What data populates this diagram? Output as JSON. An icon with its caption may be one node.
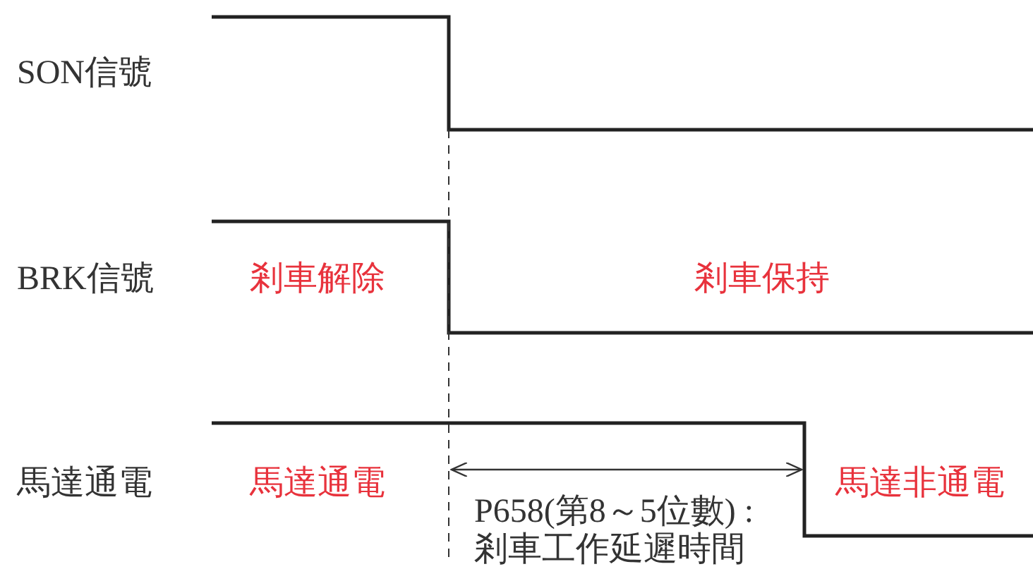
{
  "diagram": {
    "labels": [
      "SON信號",
      "BRK信號",
      "剎車解除",
      "剎車保持",
      "馬達通電",
      "馬達通電",
      "馬達非通電",
      "P658(第8～5位數) :剎車工作延遲時間"
    ]
  }
}
